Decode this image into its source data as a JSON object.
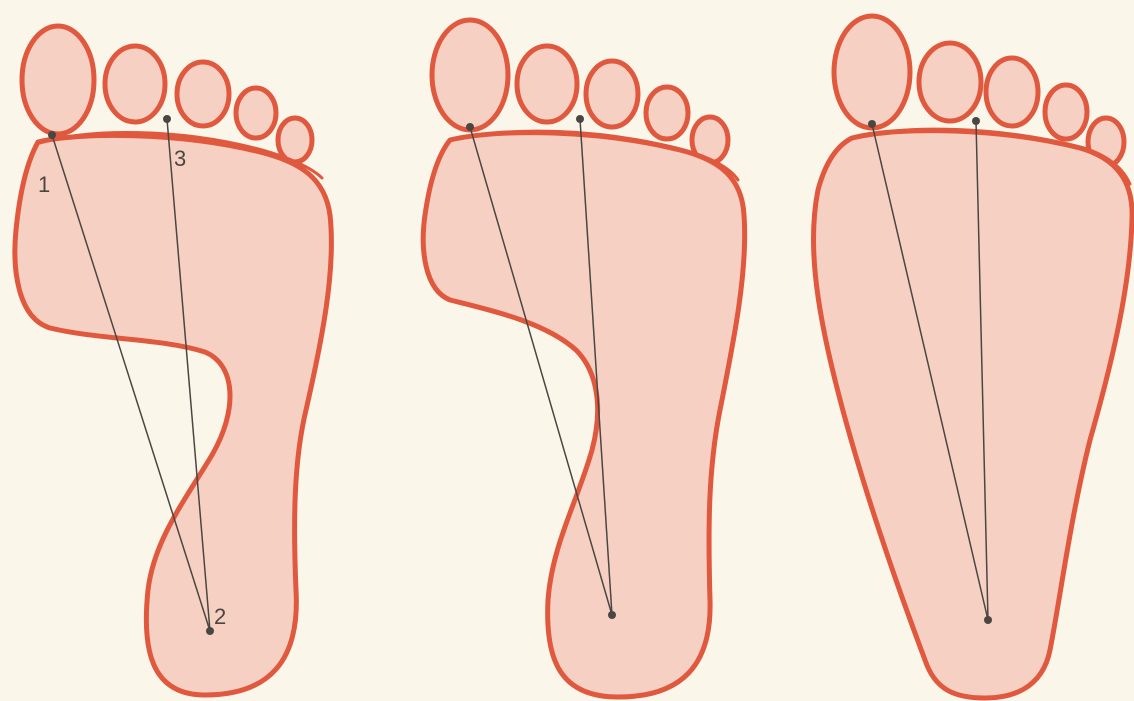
{
  "point_labels": {
    "p1": "1",
    "p2": "2",
    "p3": "3"
  }
}
